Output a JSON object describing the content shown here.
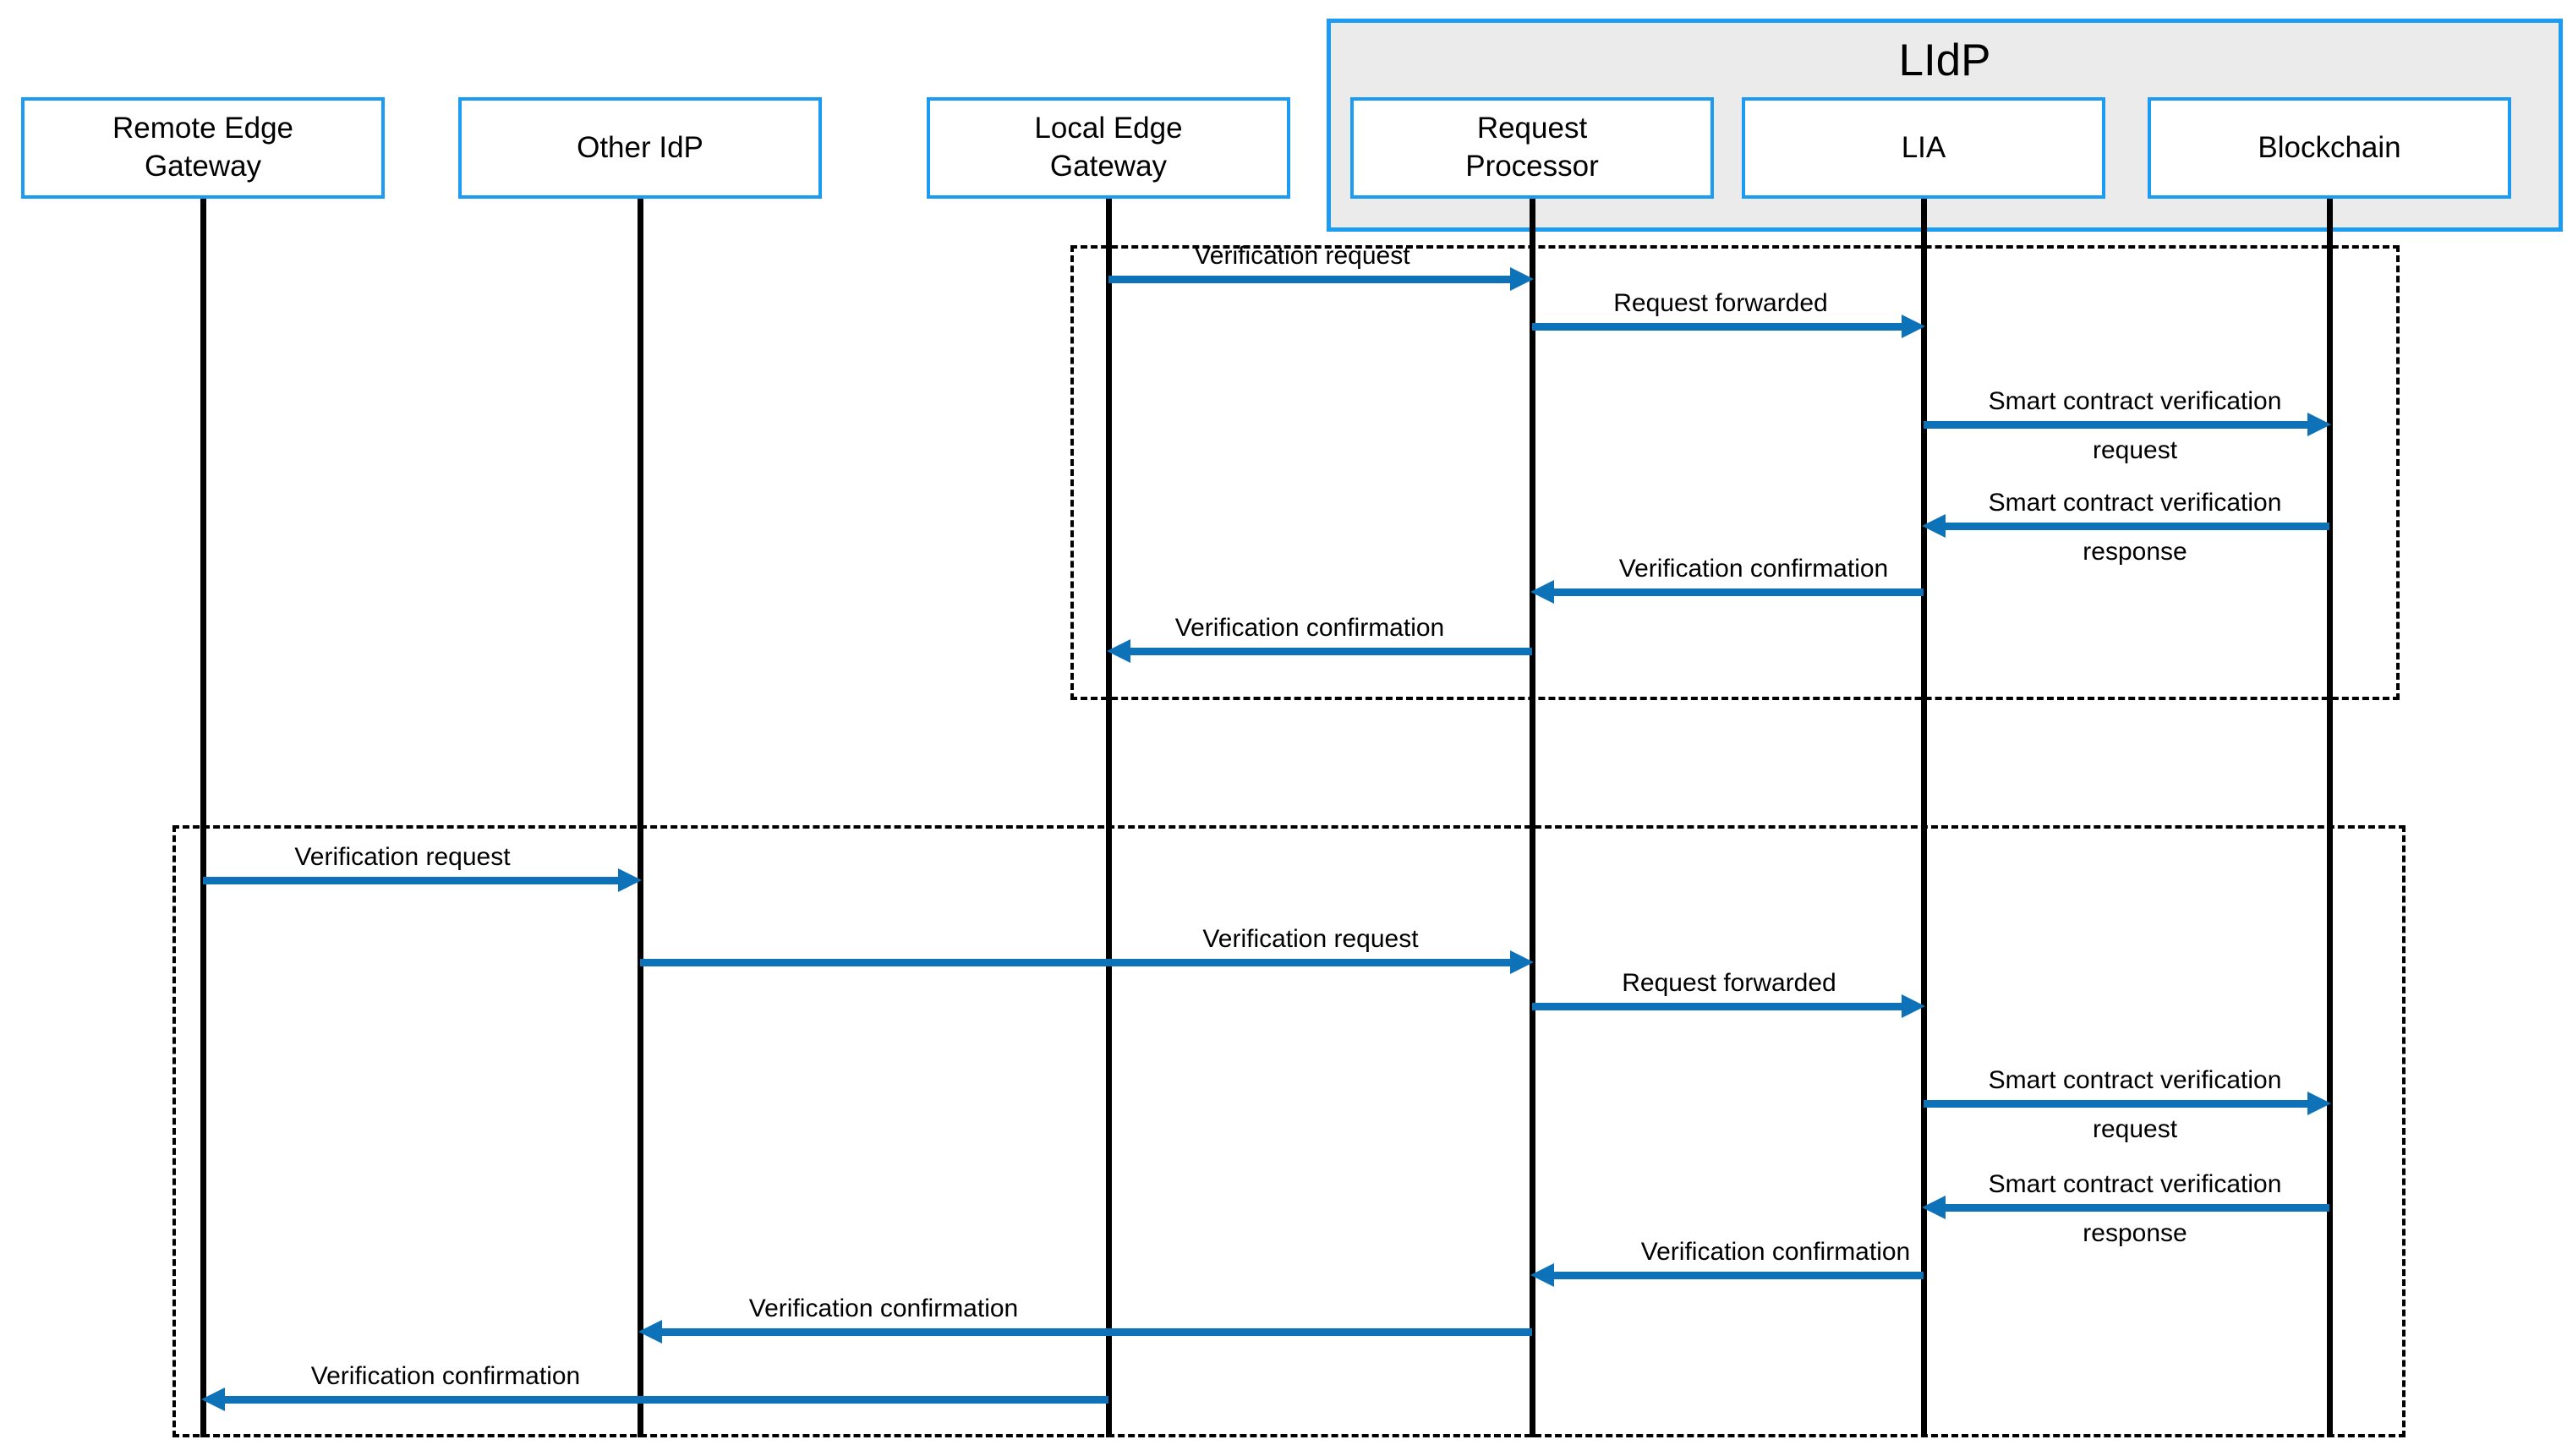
{
  "colors": {
    "arrow": "#0e72b9",
    "participant_border": "#1b9cf2",
    "group_fill": "#ebebeb",
    "lifeline": "#000000",
    "fragment_border": "#000000",
    "text": "#000000"
  },
  "diagram": {
    "type": "uml-sequence-diagram",
    "group": {
      "label": "LIdP",
      "members": [
        "Request Processor",
        "LIA",
        "Blockchain"
      ]
    },
    "participants": [
      {
        "label": "Remote Edge\nGateway"
      },
      {
        "label": "Other IdP"
      },
      {
        "label": "Local Edge\nGateway"
      },
      {
        "label": "Request\nProcessor"
      },
      {
        "label": "LIA"
      },
      {
        "label": "Blockchain"
      }
    ],
    "fragments": [
      {
        "name": "local-verification-fragment",
        "messages": [
          {
            "from": "Local Edge Gateway",
            "to": "Request Processor",
            "label": "Verification request"
          },
          {
            "from": "Request Processor",
            "to": "LIA",
            "label": "Request forwarded"
          },
          {
            "from": "LIA",
            "to": "Blockchain",
            "label_top": "Smart contract verification",
            "label_bottom": "request"
          },
          {
            "from": "Blockchain",
            "to": "LIA",
            "label_top": "Smart contract verification",
            "label_bottom": "response"
          },
          {
            "from": "LIA",
            "to": "Request Processor",
            "label": "Verification confirmation"
          },
          {
            "from": "Request Processor",
            "to": "Local Edge Gateway",
            "label": "Verification confirmation"
          }
        ]
      },
      {
        "name": "remote-verification-fragment",
        "messages": [
          {
            "from": "Remote Edge Gateway",
            "to": "Other IdP",
            "label": "Verification request"
          },
          {
            "from": "Other IdP",
            "to": "Request Processor",
            "label": "Verification request"
          },
          {
            "from": "Request Processor",
            "to": "LIA",
            "label": "Request forwarded"
          },
          {
            "from": "LIA",
            "to": "Blockchain",
            "label_top": "Smart contract verification",
            "label_bottom": "request"
          },
          {
            "from": "Blockchain",
            "to": "LIA",
            "label_top": "Smart contract verification",
            "label_bottom": "response"
          },
          {
            "from": "LIA",
            "to": "Request Processor",
            "label": "Verification confirmation"
          },
          {
            "from": "Request Processor",
            "to": "Other IdP",
            "label": "Verification confirmation"
          },
          {
            "from": "Local Edge Gateway",
            "to": "Remote Edge Gateway",
            "label": "Verification confirmation"
          }
        ]
      }
    ]
  }
}
